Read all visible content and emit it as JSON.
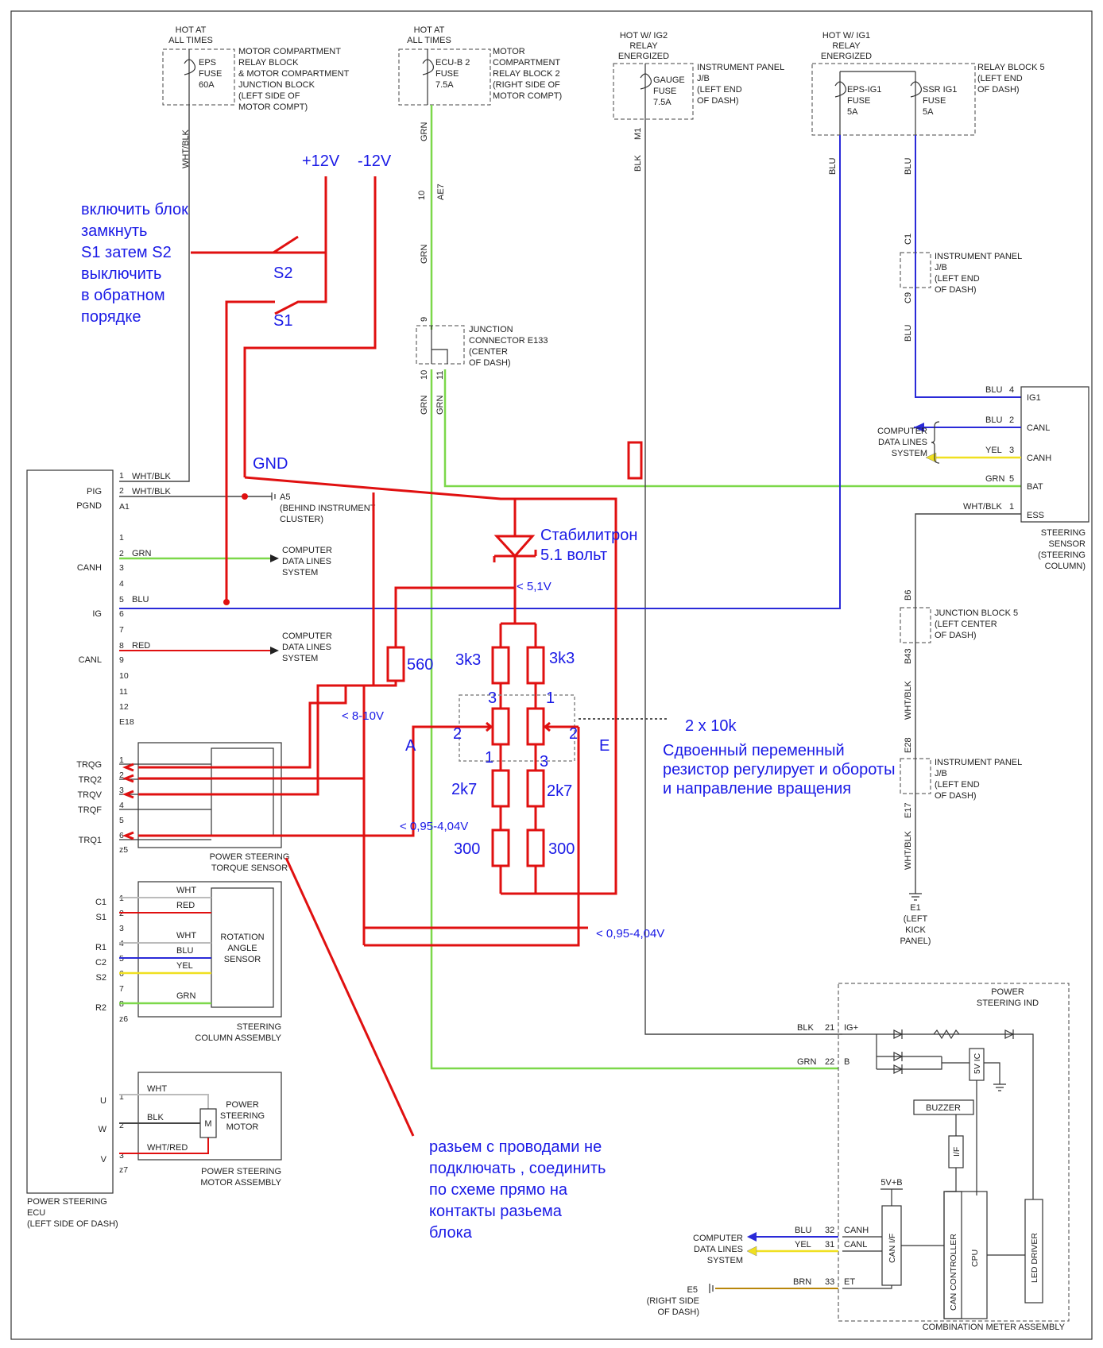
{
  "fuses": {
    "f1": {
      "hot": [
        "HOT AT",
        "ALL TIMES"
      ],
      "name": [
        "EPS",
        "FUSE",
        "60A"
      ],
      "loc": [
        "MOTOR COMPARTMENT",
        "RELAY BLOCK",
        "& MOTOR COMPARTMENT",
        "JUNCTION BLOCK",
        "(LEFT SIDE OF",
        "MOTOR COMPT)"
      ]
    },
    "f2": {
      "hot": [
        "HOT AT",
        "ALL TIMES"
      ],
      "name": [
        "ECU-B 2",
        "FUSE",
        "7.5A"
      ],
      "loc": [
        "MOTOR",
        "COMPARTMENT",
        "RELAY BLOCK 2",
        "(RIGHT SIDE OF",
        "MOTOR COMPT)"
      ]
    },
    "f3": {
      "hot": [
        "HOT W/ IG2",
        "RELAY",
        "ENERGIZED"
      ],
      "name": [
        "GAUGE",
        "FUSE",
        "7.5A"
      ],
      "loc": [
        "INSTRUMENT PANEL",
        "J/B",
        "(LEFT END",
        "OF DASH)"
      ]
    },
    "f4": {
      "hot": [
        "HOT W/ IG1",
        "RELAY",
        "ENERGIZED"
      ],
      "name_a": [
        "EPS-IG1",
        "FUSE",
        "5A"
      ],
      "name_b": [
        "SSR IG1",
        "FUSE",
        "5A"
      ],
      "loc": [
        "RELAY BLOCK 5",
        "(LEFT END",
        "OF DASH)"
      ]
    }
  },
  "wires": {
    "wht_blk": "WHT/BLK",
    "grn": "GRN",
    "blk": "BLK",
    "blu": "BLU",
    "m1": "M1",
    "ae7": "AE7",
    "ae7_pin": "10",
    "c1": "C1",
    "c9": "C9",
    "b6": "B6",
    "b43": "B43",
    "e28": "E28",
    "e17": "E17"
  },
  "junction_e133": {
    "label": [
      "JUNCTION",
      "CONNECTOR E133",
      "(CENTER",
      "OF DASH)"
    ],
    "pins": [
      "9",
      "10",
      "11"
    ]
  },
  "ip_jb_c": {
    "label": [
      "INSTRUMENT PANEL",
      "J/B",
      "(LEFT END",
      "OF DASH)"
    ]
  },
  "jb5": {
    "label": [
      "JUNCTION BLOCK 5",
      "(LEFT CENTER",
      "OF DASH)"
    ]
  },
  "ip_jb_e": {
    "label": [
      "INSTRUMENT PANEL",
      "J/B",
      "(LEFT END",
      "OF DASH)"
    ]
  },
  "e1": {
    "label": [
      "E1",
      "(LEFT",
      "KICK",
      "PANEL)"
    ]
  },
  "steering_sensor": {
    "pins": [
      {
        "wire": "BLU",
        "num": "4",
        "name": "IG1"
      },
      {
        "wire": "BLU",
        "num": "2",
        "name": "CANL"
      },
      {
        "wire": "YEL",
        "num": "3",
        "name": "CANH"
      },
      {
        "wire": "GRN",
        "num": "5",
        "name": "BAT"
      },
      {
        "wire": "WHT/BLK",
        "num": "1",
        "name": "ESS"
      }
    ],
    "cdl": [
      "COMPUTER",
      "DATA LINES",
      "SYSTEM"
    ],
    "label": [
      "STEERING",
      "SENSOR",
      "(STEERING",
      "COLUMN)"
    ]
  },
  "ecu": {
    "pins_left": [
      "PIG",
      "PGND",
      "CANH",
      "IG",
      "CANL",
      "TRQG",
      "TRQ2",
      "TRQV",
      "TRQF",
      "TRQ1",
      "C1",
      "S1",
      "R1",
      "C2",
      "S2",
      "R2",
      "U",
      "W",
      "V"
    ],
    "pin_nums": {
      "pig": "1",
      "pgnd": "2",
      "a1": "A1",
      "n1": "1",
      "n2": "2",
      "n3": "3",
      "n4": "4",
      "n5": "5",
      "n6": "6",
      "n7": "7",
      "n8": "8",
      "n9": "9",
      "n10": "10",
      "n11": "11",
      "n12": "12",
      "e18": "E18",
      "z5": "z5",
      "z6": "z6",
      "z7": "z7"
    },
    "wire_labels": {
      "pig": "WHT/BLK",
      "pgnd": "WHT/BLK",
      "canh": "GRN",
      "ig": "BLU",
      "canl": "RED"
    },
    "ground_a5": [
      "A5",
      "(BEHIND INSTRUMENT",
      "CLUSTER)"
    ],
    "cdl": [
      "COMPUTER",
      "DATA LINES",
      "SYSTEM"
    ],
    "label": [
      "POWER STEERING",
      "ECU",
      "(LEFT SIDE OF DASH)"
    ]
  },
  "torque_sensor": {
    "label": [
      "POWER STEERING",
      "TORQUE SENSOR"
    ]
  },
  "rotation_sensor": {
    "wires": [
      "WHT",
      "RED",
      "WHT",
      "BLU",
      "YEL",
      "GRN"
    ],
    "label": [
      "ROTATION",
      "ANGLE",
      "SENSOR"
    ],
    "assy": [
      "STEERING",
      "COLUMN ASSEMBLY"
    ]
  },
  "motor": {
    "wires": [
      "WHT",
      "BLK",
      "WHT/RED"
    ],
    "m": "M",
    "label": [
      "POWER",
      "STEERING",
      "MOTOR"
    ],
    "assy": [
      "POWER STEERING",
      "MOTOR ASSEMBLY"
    ]
  },
  "meter": {
    "title": [
      "POWER",
      "STEERING IND"
    ],
    "pins": [
      {
        "wire": "BLK",
        "num": "21",
        "name": "IG+"
      },
      {
        "wire": "GRN",
        "num": "22",
        "name": "B"
      },
      {
        "wire": "BLU",
        "num": "32",
        "name": "CANH"
      },
      {
        "wire": "YEL",
        "num": "31",
        "name": "CANL"
      },
      {
        "wire": "BRN",
        "num": "33",
        "name": "ET"
      }
    ],
    "buzzer": "BUZZER",
    "if": "I/F",
    "ic5v": "5V IC",
    "v5b": "5V+B",
    "canif": "CAN I/F",
    "canctrl": "CAN CONTROLLER",
    "cpu": "CPU",
    "led": "LED DRIVER",
    "cdl": [
      "COMPUTER",
      "DATA LINES",
      "SYSTEM"
    ],
    "e5": [
      "E5",
      "(RIGHT SIDE",
      "OF DASH)"
    ],
    "label": "COMBINATION METER ASSEMBLY"
  },
  "annotations": {
    "plus12": "+12V",
    "minus12": "-12V",
    "instructions": [
      "включить блок",
      "замкнуть",
      "S1 затем S2",
      "выключить",
      "в обратном",
      "порядке"
    ],
    "s2": "S2",
    "s1": "S1",
    "gnd": "GND",
    "zener": [
      "Стабилитрон",
      "5.1 вольт"
    ],
    "v51": "< 5,1V",
    "r560": "560",
    "r3k3a": "3k3",
    "r3k3b": "3k3",
    "p3a": "3",
    "p1a": "1",
    "p2a": "2",
    "p2b": "2",
    "p1b": "1",
    "p3b": "3",
    "r2k7a": "2k7",
    "r2k7b": "2k7",
    "r300a": "300",
    "r300b": "300",
    "v810": "< 8-10V",
    "a": "A",
    "e": "E",
    "vrange1": "< 0,95-4,04V",
    "vrange2": "< 0,95-4,04V",
    "pot": [
      "2 x 10k",
      "Сдвоенный переменный",
      "резистор регулирует и обороты",
      "и направление вращения"
    ],
    "note": [
      "разьем с проводами не",
      "подключать , соединить",
      "по схеме прямо на",
      "контакты разьема",
      "блока"
    ]
  }
}
